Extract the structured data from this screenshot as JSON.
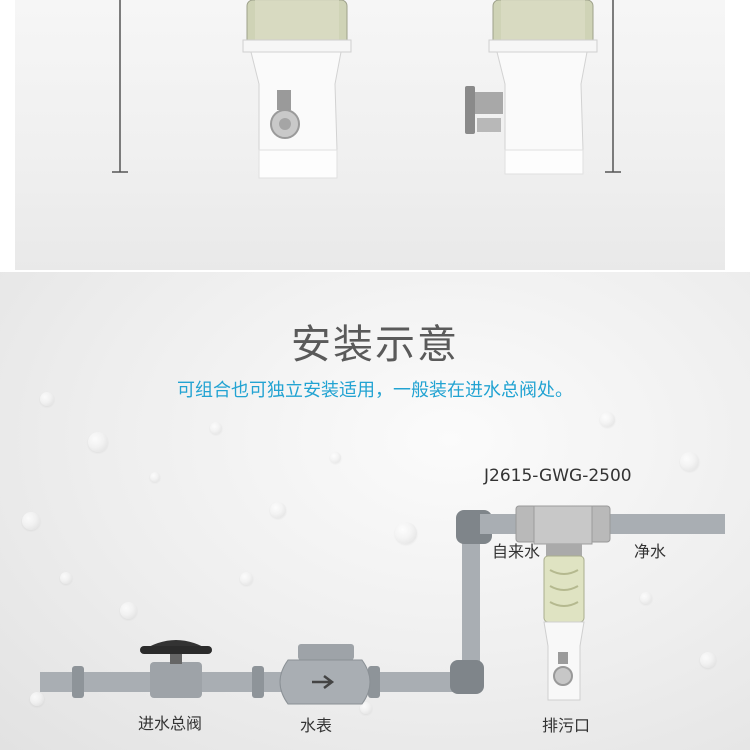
{
  "section": {
    "title": "安装示意",
    "subtitle": "可组合也可独立安装适用，一般装在进水总阀处。"
  },
  "diagram": {
    "model": "J2615-GWG-2500",
    "inlet_label": "自来水",
    "outlet_label": "净水",
    "drain_label": "排污口",
    "main_valve_label": "进水总阀",
    "meter_label": "水表"
  },
  "colors": {
    "accent": "#22a3d2",
    "pipe": "#a9aeb3",
    "title_text": "#5a5a5a"
  }
}
